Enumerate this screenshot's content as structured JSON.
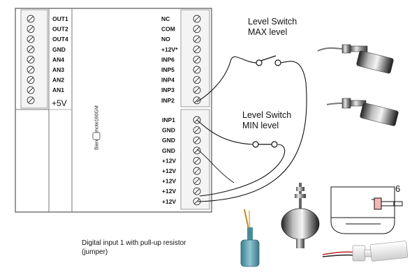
{
  "device": {
    "model_label": "BiereRemote160GM",
    "left_terminal_labels": [
      "OUT1",
      "OUT2",
      "OUT4",
      "GND",
      "AN4",
      "AN3",
      "AN2",
      "AN1"
    ],
    "supply_label": "+5V",
    "right_top_labels": [
      "NC",
      "COM",
      "NO",
      "+12V*",
      "INP6",
      "INP5",
      "INP4",
      "INP3",
      "INP2"
    ],
    "right_bottom_labels": [
      "INP1",
      "GND",
      "GND",
      "GND",
      "+12V",
      "+12V",
      "+12V",
      "+12V",
      "+12V"
    ]
  },
  "switches": {
    "max_label_line1": "Level Switch",
    "max_label_line2": "MAX level",
    "min_label_line1": "Level Switch",
    "min_label_line2": "MIN level"
  },
  "caption": {
    "line1": "Digital input 1 with pull-up resistor",
    "line2": "(jumper)"
  },
  "sketch": {
    "number_label": "6"
  }
}
